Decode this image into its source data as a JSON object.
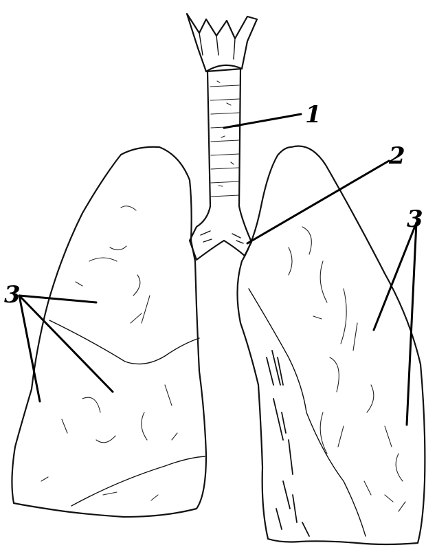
{
  "labels": {
    "trachea": "1",
    "bronchus": "2",
    "lobes_left": "3",
    "lobes_right": "3"
  }
}
